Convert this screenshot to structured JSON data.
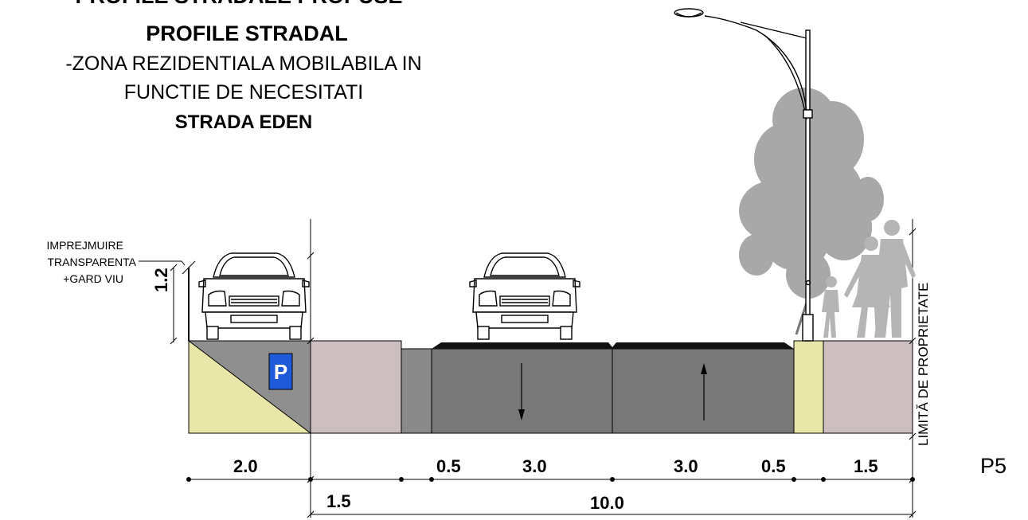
{
  "title": {
    "line1": "PROFILE STRADALE PROPUSE",
    "line2": "PROFILE STRADAL",
    "subtitle_line1": "-ZONA REZIDENTIALA MOBILABILA IN",
    "subtitle_line2": "FUNCTIE DE NECESITATI",
    "street_name": "STRADA EDEN"
  },
  "fence_label": {
    "line1": "IMPREJMUIRE",
    "line2": "TRANSPARENTA",
    "line3": "+GARD VIU"
  },
  "fence_height": "1.2",
  "property_limit": "LIMITĂ DE PROPRIETATE",
  "parking_sign": "P",
  "dimensions": {
    "private_yard": "2.0",
    "left_sidewalk": "1.5",
    "left_curb": "0.5",
    "lane_left": "3.0",
    "lane_right": "3.0",
    "right_curb": "0.5",
    "right_sidewalk": "1.5",
    "total_width": "10.0"
  },
  "profile_id": "P5",
  "colors": {
    "yard_yellow": "#e8e6a8",
    "parking_gray": "#8f8f8f",
    "sidewalk_pink": "#cdbfbf",
    "curb_gray": "#8a8a8a",
    "lane_gray": "#787878",
    "asphalt_black": "#111111",
    "sign_blue": "#1f5bd8",
    "tree_gray": "#9a9a9a"
  }
}
